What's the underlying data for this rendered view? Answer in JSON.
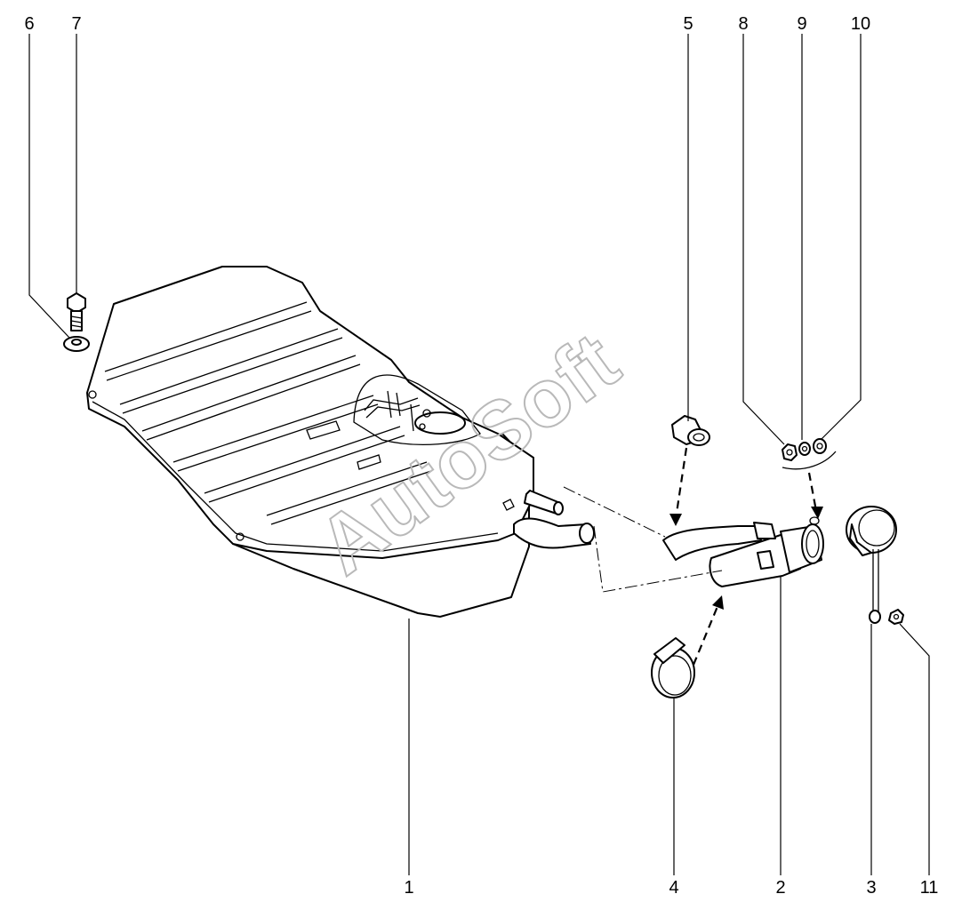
{
  "diagram": {
    "watermark": "AutoSoft",
    "callouts": {
      "c1": "1",
      "c2": "2",
      "c3": "3",
      "c4": "4",
      "c5": "5",
      "c6": "6",
      "c7": "7",
      "c8": "8",
      "c9": "9",
      "c10": "10",
      "c11": "11"
    }
  }
}
